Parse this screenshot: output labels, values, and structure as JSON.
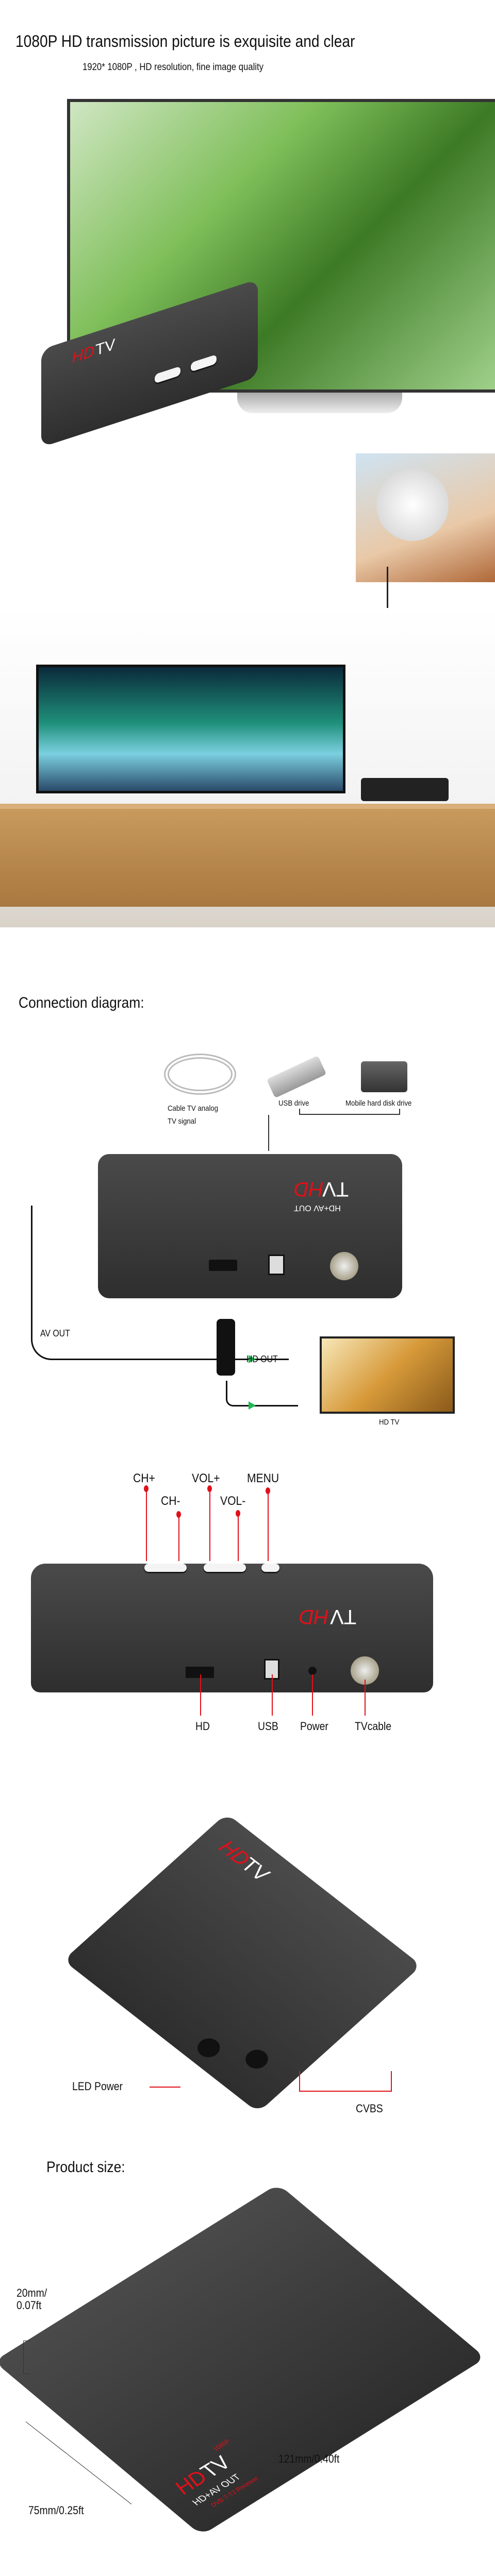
{
  "hero": {
    "title": "1080P HD transmission picture is exquisite and clear",
    "subtitle": "1920* 1080P  , HD resolution, fine image quality"
  },
  "product_logo": {
    "brand_hd": "HD",
    "brand_tv": "TV",
    "line1": "HD+AV OUT",
    "line2": "DVB-T-T2 Receiver",
    "badge": "1080P"
  },
  "connection": {
    "heading": "Connection diagram:",
    "cable_label_1": "Cable TV analog",
    "cable_label_2": "TV signal",
    "usb_label": "USB drive",
    "hdd_label": "Mobile hard disk drive",
    "av_out": "AV OUT",
    "hd_out": "HD OUT",
    "tv_label": "HD TV"
  },
  "buttons": {
    "ch_plus": "CH+",
    "ch_minus": "CH-",
    "vol_plus": "VOL+",
    "vol_minus": "VOL-",
    "menu": "MENU"
  },
  "ports": {
    "hd": "HD",
    "usb": "USB",
    "power": "Power",
    "tvcable": "TVcable"
  },
  "side": {
    "led_power": "LED Power",
    "cvbs": "CVBS"
  },
  "size": {
    "heading": "Product size:",
    "height_1": "20mm/",
    "height_2": "0.07ft",
    "depth": "75mm/0.25ft",
    "width": "121mm/0.40ft"
  },
  "colors": {
    "accent_red": "#e0101a",
    "arrow_green": "#1db954",
    "device_gray": "#3c3c3c"
  }
}
